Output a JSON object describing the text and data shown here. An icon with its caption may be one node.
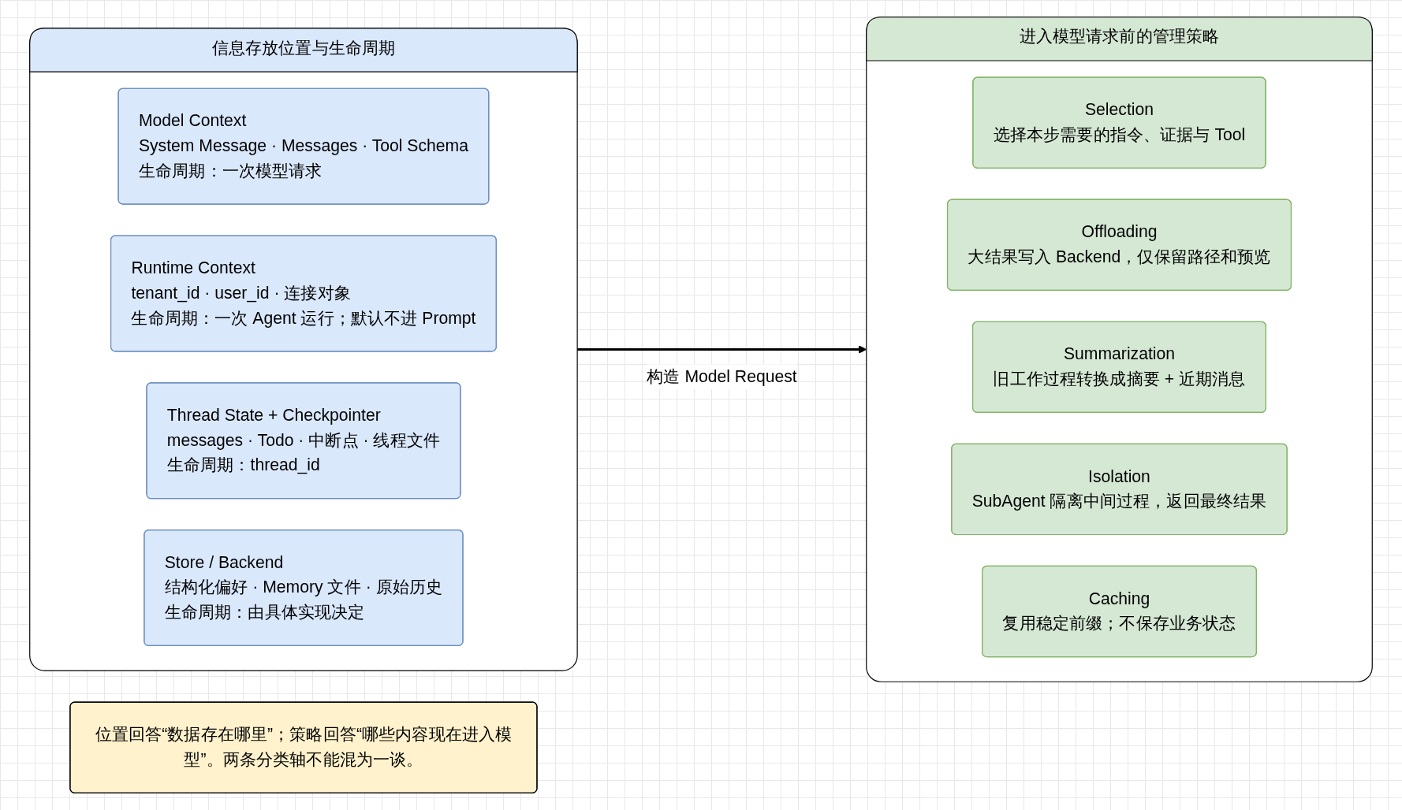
{
  "diagram": {
    "nodes": [
      {
        "text": [
          "信息存放位置与生命周期"
        ]
      },
      {
        "text": [
          "Model Context",
          "System Message · Messages · Tool Schema",
          "生命周期：一次模型请求"
        ],
        "in": 0
      },
      {
        "text": [
          "Runtime Context",
          "tenant_id · user_id · 连接对象",
          "生命周期：一次 Agent 运行；默认不进 Prompt"
        ],
        "in": 0
      },
      {
        "text": [
          "Thread State + Checkpointer",
          "messages · Todo · 中断点 · 线程文件",
          "生命周期：thread_id"
        ],
        "in": 0
      },
      {
        "text": [
          "Store / Backend",
          "结构化偏好 · Memory 文件 · 原始历史",
          "生命周期：由具体实现决定"
        ],
        "in": 0
      },
      {
        "text": [
          "进入模型请求前的管理策略"
        ]
      },
      {
        "text": [
          "Selection",
          "选择本步需要的指令、证据与 Tool"
        ],
        "in": 5
      },
      {
        "text": [
          "Offloading",
          "大结果写入 Backend，仅保留路径和预览"
        ],
        "in": 5
      },
      {
        "text": [
          "Summarization",
          "旧工作过程转换成摘要 + 近期消息"
        ],
        "in": 5
      },
      {
        "text": [
          "Isolation",
          "SubAgent 隔离中间过程，返回最终结果"
        ],
        "in": 5
      },
      {
        "text": [
          "Caching",
          "复用稳定前缀；不保存业务状态"
        ],
        "in": 5
      },
      {
        "text": [
          "位置回答“数据存在哪里”；策略回答“哪些内容现在进入模型”。两条分类轴不能混为一谈。"
        ]
      }
    ],
    "edges": [
      {
        "from": 0,
        "to": 5,
        "arrow": "to",
        "label": "构造 Model Request"
      }
    ]
  }
}
